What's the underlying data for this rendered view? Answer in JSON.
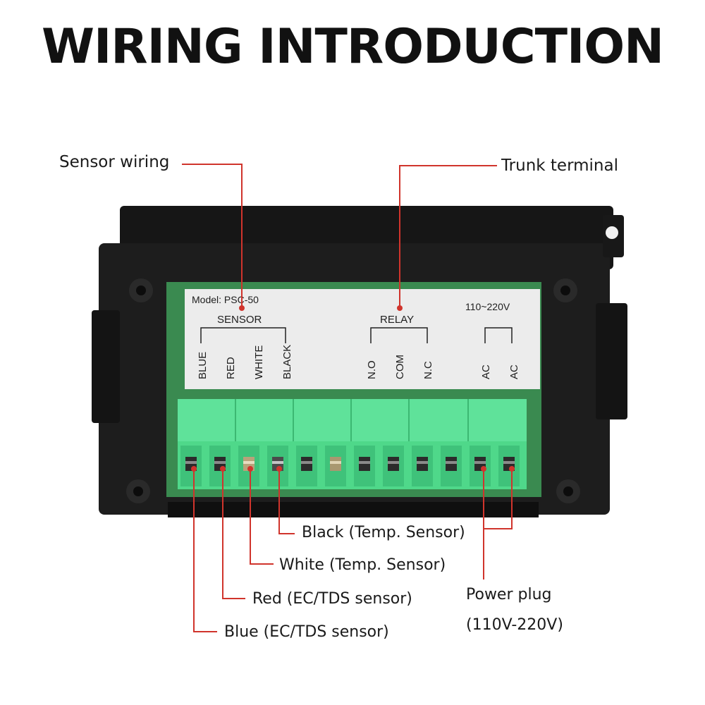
{
  "title": "WIRING INTRODUCTION",
  "callouts": {
    "sensor_wiring": "Sensor wiring",
    "trunk_terminal": "Trunk terminal",
    "black_temp": "Black (Temp. Sensor)",
    "white_temp": "White (Temp. Sensor)",
    "red_ec": "Red (EC/TDS sensor)",
    "blue_ec": "Blue (EC/TDS sensor)",
    "power_plug": "Power plug",
    "power_voltage": "(110V-220V)"
  },
  "label_panel": {
    "model": "Model: PSC-50",
    "sensor_group": "SENSOR",
    "relay_group": "RELAY",
    "voltage": "110~220V",
    "terminals": [
      "BLUE",
      "RED",
      "WHITE",
      "BLACK",
      "N.O",
      "COM",
      "N.C",
      "AC",
      "AC"
    ]
  },
  "colors": {
    "leader_line": "#d0342c",
    "terminal_block": "#4fd88a",
    "housing": "#1b1b1b"
  }
}
